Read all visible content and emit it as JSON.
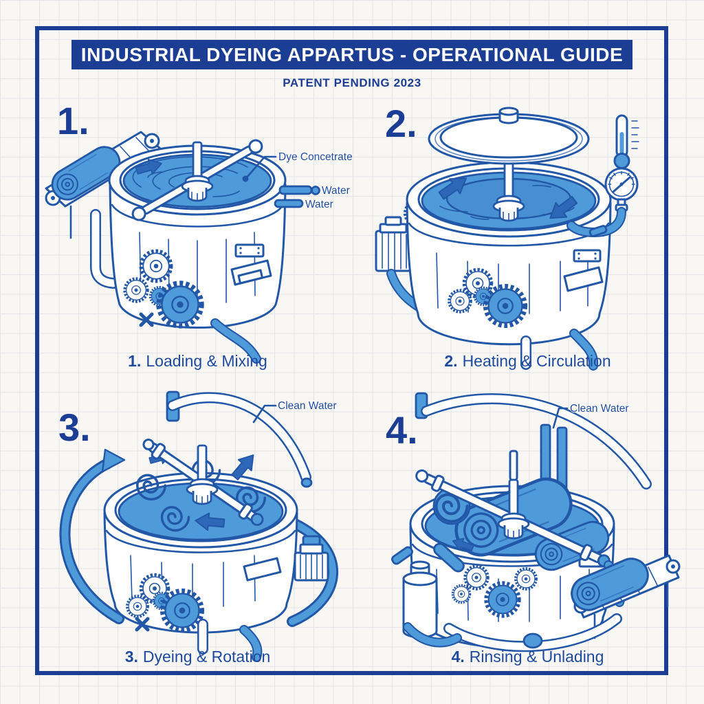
{
  "header": {
    "title": "INDUSTRIAL DYEING APPARTUS - OPERATIONAL GUIDE",
    "subtitle": "PATENT PENDING 2023"
  },
  "colors": {
    "navy": "#1c3d94",
    "line": "#2257a8",
    "blue": "#4f9ad8",
    "paper": "#f8f7f4",
    "grid": "#e3e4e7"
  },
  "panels": [
    {
      "number": "1.",
      "caption_number": "1.",
      "caption_text": "Loading & Mixing",
      "labels": {
        "dye_concentrate": "Dye Concetrate",
        "water_top": "Water",
        "water_bottom": "Water"
      }
    },
    {
      "number": "2.",
      "caption_number": "2.",
      "caption_text": "Heating & Circulation"
    },
    {
      "number": "3.",
      "caption_number": "3.",
      "caption_text": "Dyeing & Rotation",
      "labels": {
        "clean_water": "Clean Water"
      }
    },
    {
      "number": "4.",
      "caption_number": "4.",
      "caption_text": "Rinsing & Unlading",
      "labels": {
        "clean_water": "Clean Water"
      }
    }
  ]
}
